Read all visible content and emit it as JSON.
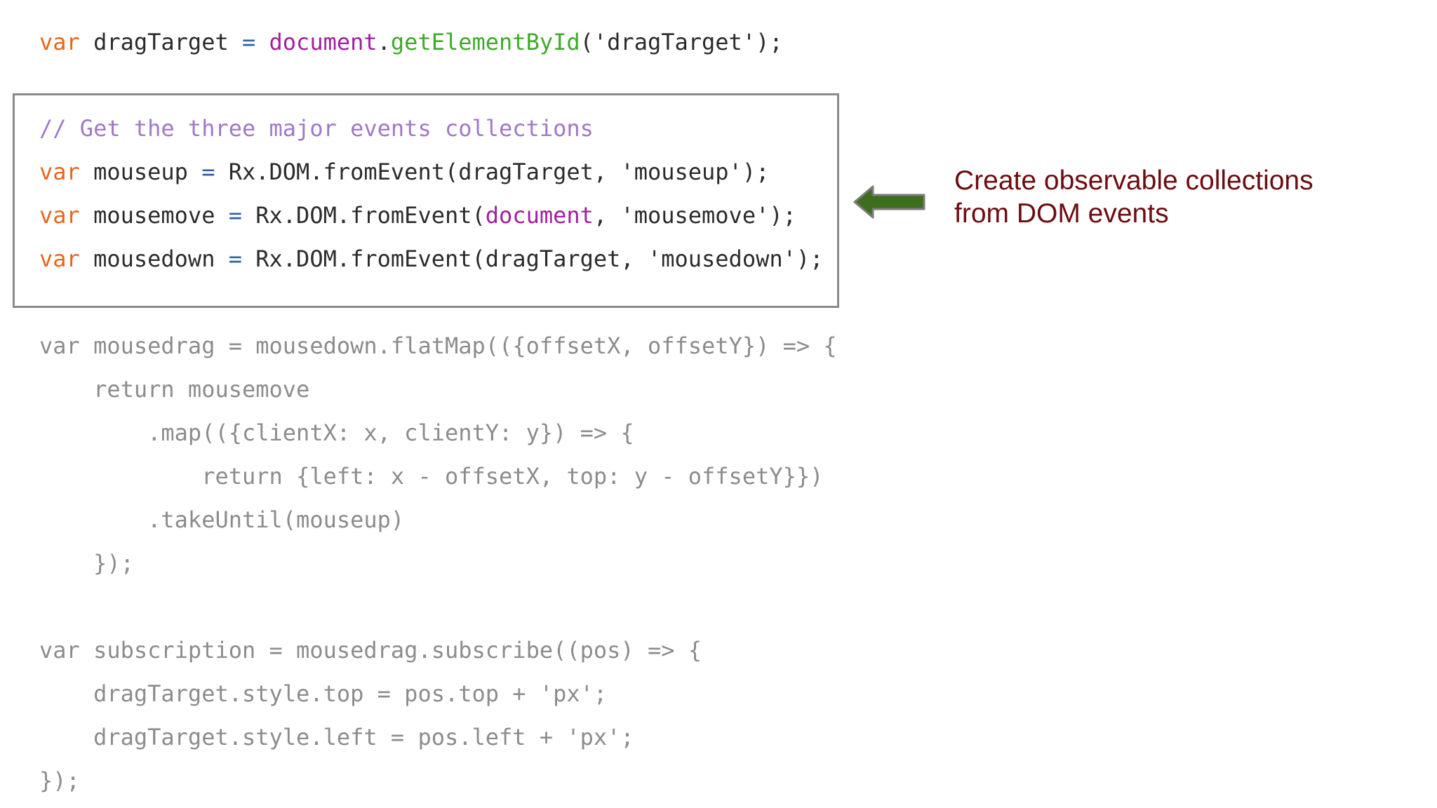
{
  "code": {
    "line1": {
      "kw": "var",
      "name": "dragTarget",
      "eq": "=",
      "obj": "document",
      "dot": ".",
      "fn": "getElementById",
      "arg": "('dragTarget');"
    },
    "comment": "// Get the three major events collections",
    "mouseup": {
      "kw": "var",
      "name": "mouseup",
      "eq": "=",
      "expr": "Rx.DOM.fromEvent(dragTarget, 'mouseup');"
    },
    "mousemove": {
      "kw": "var",
      "name": "mousemove",
      "eq": "=",
      "pre": "Rx.DOM.fromEvent(",
      "obj": "document",
      "post": ", 'mousemove');"
    },
    "mousedown": {
      "kw": "var",
      "name": "mousedown",
      "eq": "=",
      "expr": "Rx.DOM.fromEvent(dragTarget, 'mousedown');"
    },
    "rest": [
      "var mousedrag = mousedown.flatMap(({offsetX, offsetY}) => {",
      "    return mousemove",
      "        .map(({clientX: x, clientY: y}) => {",
      "            return {left: x - offsetX, top: y - offsetY}})",
      "        .takeUntil(mouseup)",
      "    });",
      "var subscription = mousedrag.subscribe((pos) => {",
      "    dragTarget.style.top = pos.top + 'px';",
      "    dragTarget.style.left = pos.left + 'px';",
      "});"
    ]
  },
  "callout": {
    "line1": "Create observable collections",
    "line2": "from DOM events"
  },
  "colors": {
    "keyword": "#e8661c",
    "comment": "#a078c8",
    "global": "#a020a0",
    "function": "#3faa2a",
    "dimmed": "#8c8c8c",
    "callout": "#6e0c10",
    "arrow": "#3d6e1e"
  },
  "icons": {
    "arrow": "left-arrow-icon"
  }
}
